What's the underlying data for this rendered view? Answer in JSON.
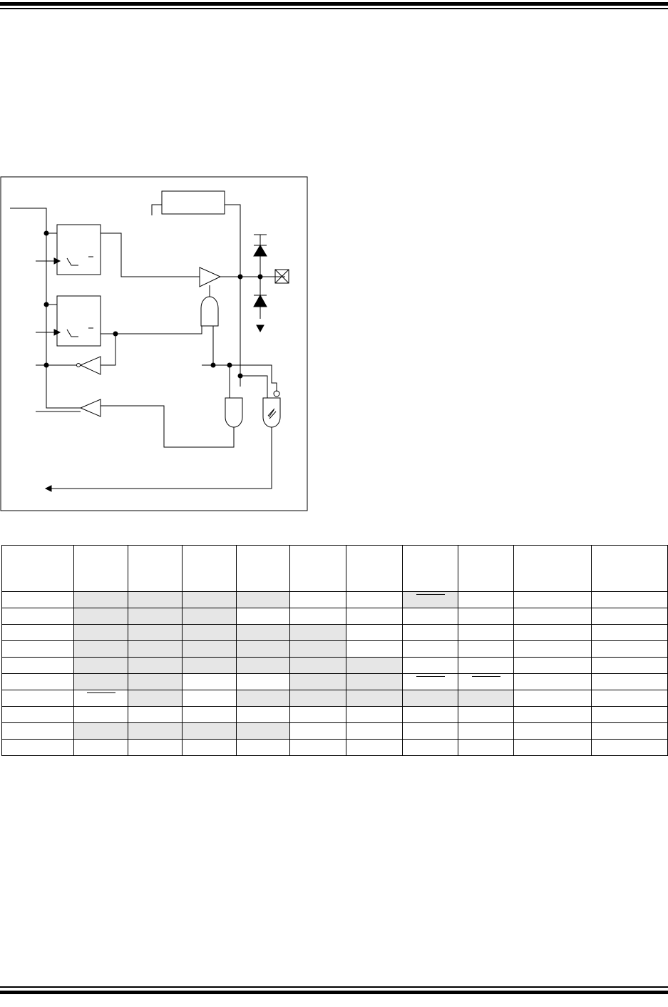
{
  "page": {
    "rules": [
      "top-double-rule",
      "bottom-double-rule"
    ]
  },
  "figure": {
    "description_label": "",
    "components": [
      "data-latch",
      "tris-latch",
      "output-buffer",
      "and-gate",
      "input-and-gate",
      "schmitt-trigger-buffer",
      "read-buffer",
      "read-tris-buffer",
      "protection-diode-upper",
      "protection-diode-lower",
      "io-pin",
      "analog-block"
    ]
  },
  "table": {
    "columns": 11,
    "rows": [
      {
        "shade": [
          false,
          true,
          true,
          true,
          true,
          false,
          false,
          true,
          false,
          false,
          false
        ],
        "overbar": [
          false,
          false,
          false,
          false,
          false,
          false,
          false,
          true,
          false,
          false,
          false
        ]
      },
      {
        "shade": [
          false,
          true,
          true,
          true,
          false,
          false,
          false,
          false,
          false,
          false,
          false
        ],
        "overbar": [
          false,
          false,
          false,
          false,
          false,
          false,
          false,
          false,
          false,
          false,
          false
        ]
      },
      {
        "shade": [
          false,
          true,
          true,
          true,
          true,
          true,
          false,
          false,
          false,
          false,
          false
        ],
        "overbar": [
          false,
          false,
          false,
          false,
          false,
          false,
          false,
          false,
          false,
          false,
          false
        ]
      },
      {
        "shade": [
          false,
          true,
          true,
          true,
          true,
          true,
          false,
          false,
          false,
          false,
          false
        ],
        "overbar": [
          false,
          false,
          false,
          false,
          false,
          false,
          false,
          false,
          false,
          false,
          false
        ]
      },
      {
        "shade": [
          false,
          true,
          true,
          true,
          true,
          true,
          true,
          false,
          false,
          false,
          false
        ],
        "overbar": [
          false,
          false,
          false,
          false,
          false,
          false,
          false,
          false,
          false,
          false,
          false
        ]
      },
      {
        "shade": [
          false,
          true,
          true,
          false,
          false,
          true,
          true,
          false,
          false,
          false,
          false
        ],
        "overbar": [
          false,
          false,
          false,
          false,
          false,
          false,
          false,
          true,
          true,
          false,
          false
        ]
      },
      {
        "shade": [
          false,
          false,
          true,
          false,
          true,
          true,
          true,
          true,
          true,
          false,
          false
        ],
        "overbar": [
          false,
          true,
          false,
          false,
          false,
          false,
          false,
          false,
          false,
          false,
          false
        ]
      },
      {
        "shade": [
          false,
          false,
          false,
          false,
          false,
          false,
          false,
          false,
          false,
          false,
          false
        ],
        "overbar": [
          false,
          false,
          false,
          false,
          false,
          false,
          false,
          false,
          false,
          false,
          false
        ]
      },
      {
        "shade": [
          false,
          true,
          true,
          true,
          true,
          false,
          false,
          false,
          false,
          false,
          false
        ],
        "overbar": [
          false,
          false,
          false,
          false,
          false,
          false,
          false,
          false,
          false,
          false,
          false
        ]
      },
      {
        "shade": [
          false,
          false,
          false,
          false,
          false,
          false,
          false,
          false,
          false,
          false,
          false
        ],
        "overbar": [
          false,
          false,
          false,
          false,
          false,
          false,
          false,
          false,
          false,
          false,
          false
        ]
      }
    ]
  }
}
